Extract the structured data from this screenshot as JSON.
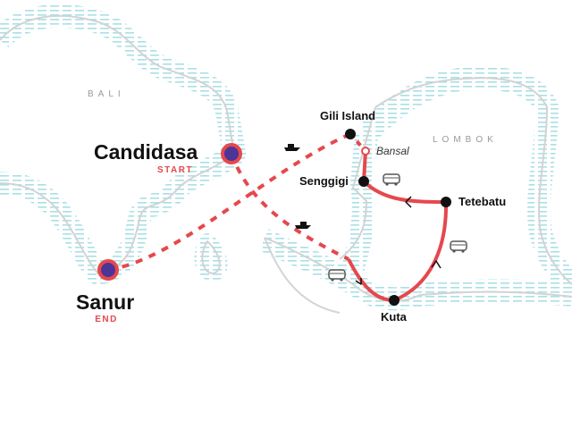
{
  "regions": {
    "bali": "BALI",
    "lombok": "LOMBOK"
  },
  "stops": {
    "candidasa": {
      "name": "Candidasa",
      "tag": "START"
    },
    "sanur": {
      "name": "Sanur",
      "tag": "END"
    },
    "gili": {
      "name": "Gili Island"
    },
    "bansal": {
      "name": "Bansal"
    },
    "senggigi": {
      "name": "Senggigi"
    },
    "tetebatu": {
      "name": "Tetebatu"
    },
    "kuta": {
      "name": "Kuta"
    }
  },
  "colors": {
    "route": "#e5484d",
    "start_end_fill": "#4b3596",
    "coast": "#cfcfcf",
    "water": "#a9dfe6"
  },
  "icons": [
    "boat-icon",
    "bus-icon",
    "arrow-icon"
  ]
}
